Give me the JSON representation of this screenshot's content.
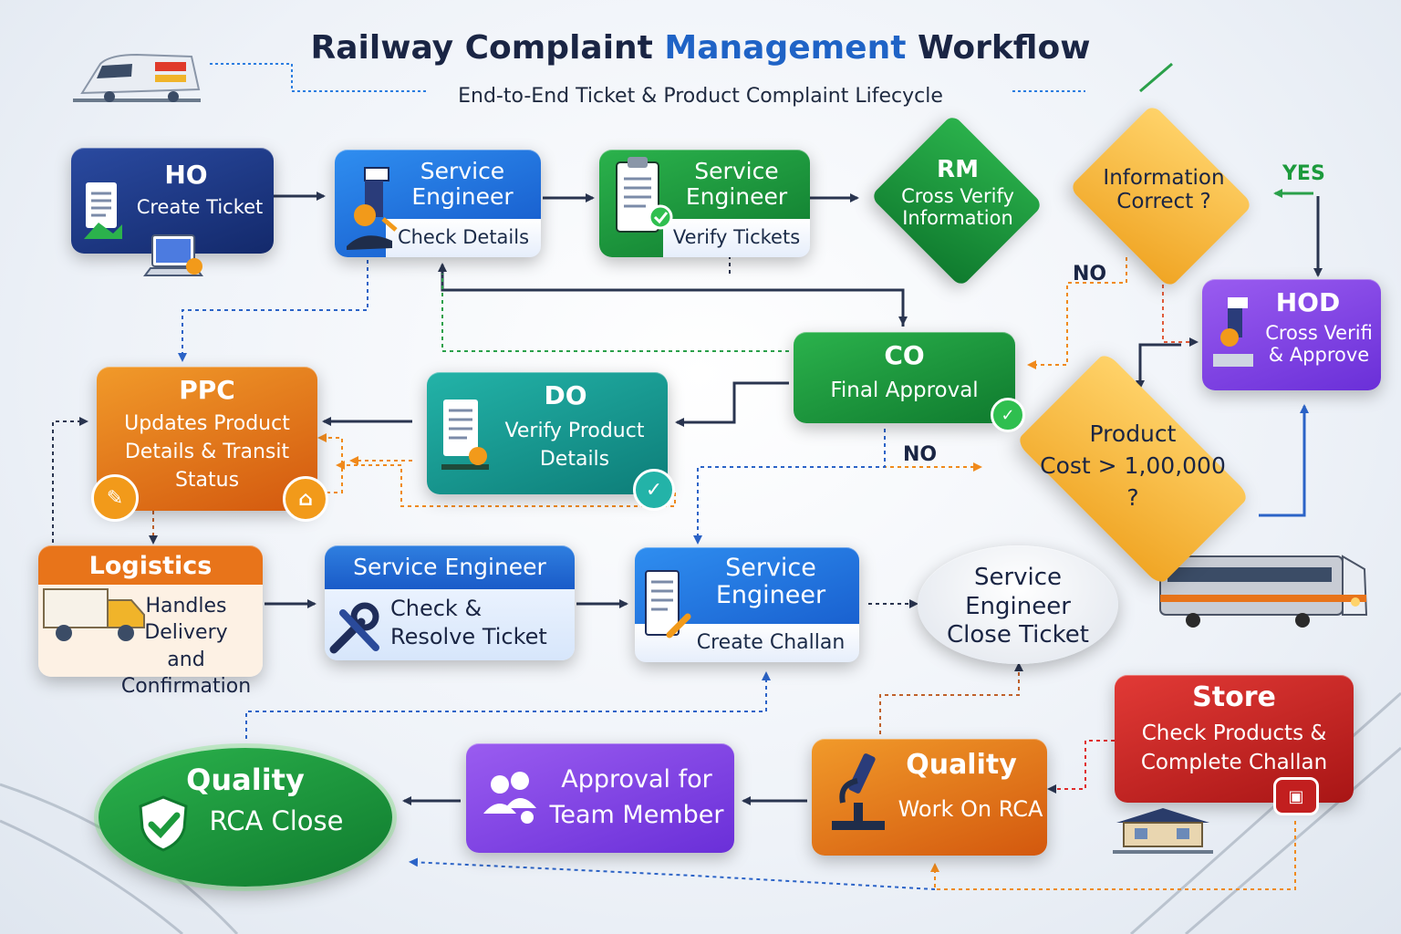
{
  "title": {
    "part1": "Railway Complaint ",
    "part2": "Management",
    "part3": " Workflow"
  },
  "subtitle": "End-to-End Ticket & Product Complaint Lifecycle",
  "nodes": {
    "ho": {
      "title": "HO",
      "text": "Create Ticket"
    },
    "se_check": {
      "title": "Service\nEngineer",
      "text": "Check Details"
    },
    "se_verify": {
      "title": "Service\nEngineer",
      "text": "Verify Tickets"
    },
    "rm": {
      "title": "RM",
      "text": "Cross Verify\nInformation"
    },
    "info": {
      "text": "Information\nCorrect ?"
    },
    "hod": {
      "title": "HOD",
      "text": "Cross Verifi\n& Approve"
    },
    "co": {
      "title": "CO",
      "text": "Final Approval"
    },
    "product_cost": {
      "text": "Product\nCost > 1,00,000\n?"
    },
    "ppc": {
      "title": "PPC",
      "text": "Updates Product\nDetails & Transit\nStatus"
    },
    "do": {
      "title": "DO",
      "text": "Verify Product\nDetails"
    },
    "logistics": {
      "title": "Logistics",
      "text": "Handles\nDelivery\nand Confirmation"
    },
    "se_resolve": {
      "title": "Service Engineer",
      "text": "Check &\nResolve Ticket"
    },
    "se_challan": {
      "title": "Service\nEngineer",
      "text": "Create Challan"
    },
    "se_close": {
      "text": "Service\nEngineer\nClose Ticket"
    },
    "store": {
      "title": "Store",
      "text": "Check Products &\nComplete Challan"
    },
    "quality_rca": {
      "title": "Quality",
      "text": "Work On RCA"
    },
    "approval_team": {
      "text": "Approval for\nTeam Member"
    },
    "quality_close": {
      "title": "Quality",
      "text": "RCA Close"
    }
  },
  "branch_labels": {
    "yes": "YES",
    "no1": "NO",
    "no2": "NO"
  },
  "colors": {
    "navy": "#1b2f7a",
    "blue": "#1f6fe0",
    "green": "#1c9a3c",
    "orange": "#e8741a",
    "purple": "#7b3fe4",
    "red": "#c21f1f",
    "amber": "#f5b942"
  },
  "icons": [
    "document-icon",
    "engineer-icon",
    "clipboard-icon",
    "checkmark-icon",
    "truck-icon",
    "wrench-icon",
    "microscope-icon",
    "team-icon",
    "shield-check-icon",
    "train-icon",
    "station-icon"
  ]
}
